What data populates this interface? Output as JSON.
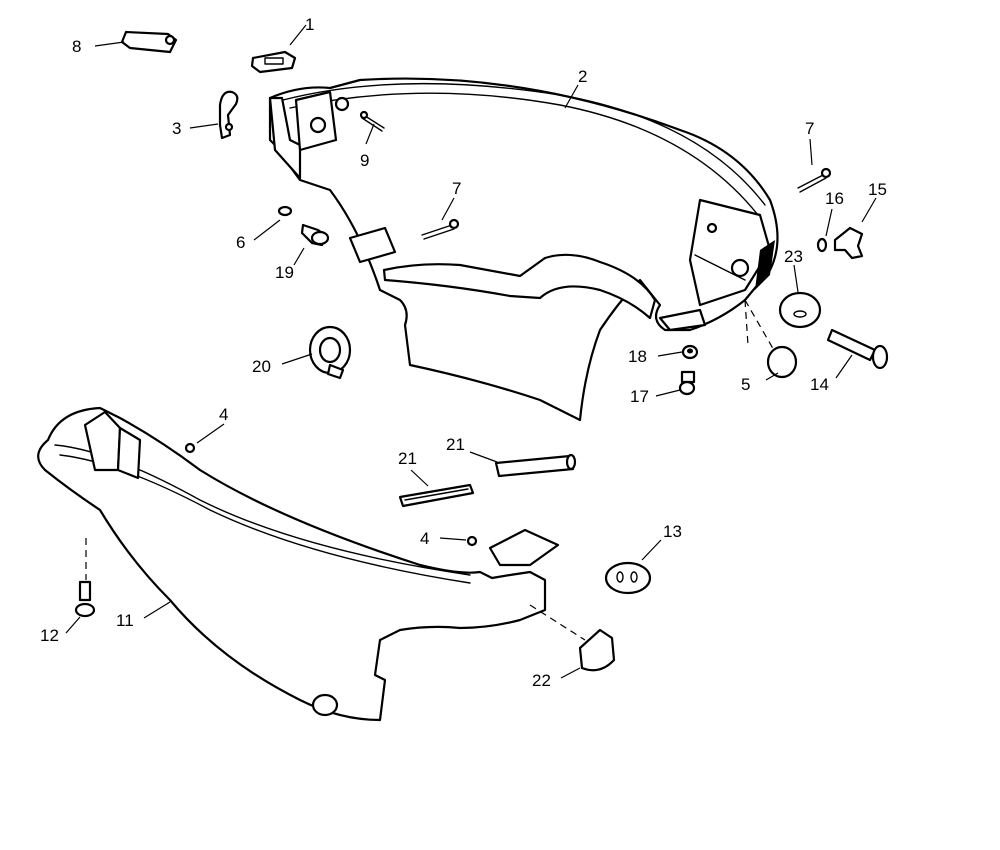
{
  "callouts": [
    {
      "id": "c1",
      "label": "1"
    },
    {
      "id": "c2",
      "label": "2"
    },
    {
      "id": "c3",
      "label": "3"
    },
    {
      "id": "c4a",
      "label": "4"
    },
    {
      "id": "c4b",
      "label": "4"
    },
    {
      "id": "c5",
      "label": "5"
    },
    {
      "id": "c6",
      "label": "6"
    },
    {
      "id": "c7a",
      "label": "7"
    },
    {
      "id": "c7b",
      "label": "7"
    },
    {
      "id": "c8",
      "label": "8"
    },
    {
      "id": "c9",
      "label": "9"
    },
    {
      "id": "c11",
      "label": "11"
    },
    {
      "id": "c12",
      "label": "12"
    },
    {
      "id": "c13",
      "label": "13"
    },
    {
      "id": "c14",
      "label": "14"
    },
    {
      "id": "c15",
      "label": "15"
    },
    {
      "id": "c16",
      "label": "16"
    },
    {
      "id": "c17",
      "label": "17"
    },
    {
      "id": "c18",
      "label": "18"
    },
    {
      "id": "c19",
      "label": "19"
    },
    {
      "id": "c20",
      "label": "20"
    },
    {
      "id": "c21a",
      "label": "21"
    },
    {
      "id": "c21b",
      "label": "21"
    },
    {
      "id": "c22",
      "label": "22"
    },
    {
      "id": "c23",
      "label": "23"
    }
  ]
}
